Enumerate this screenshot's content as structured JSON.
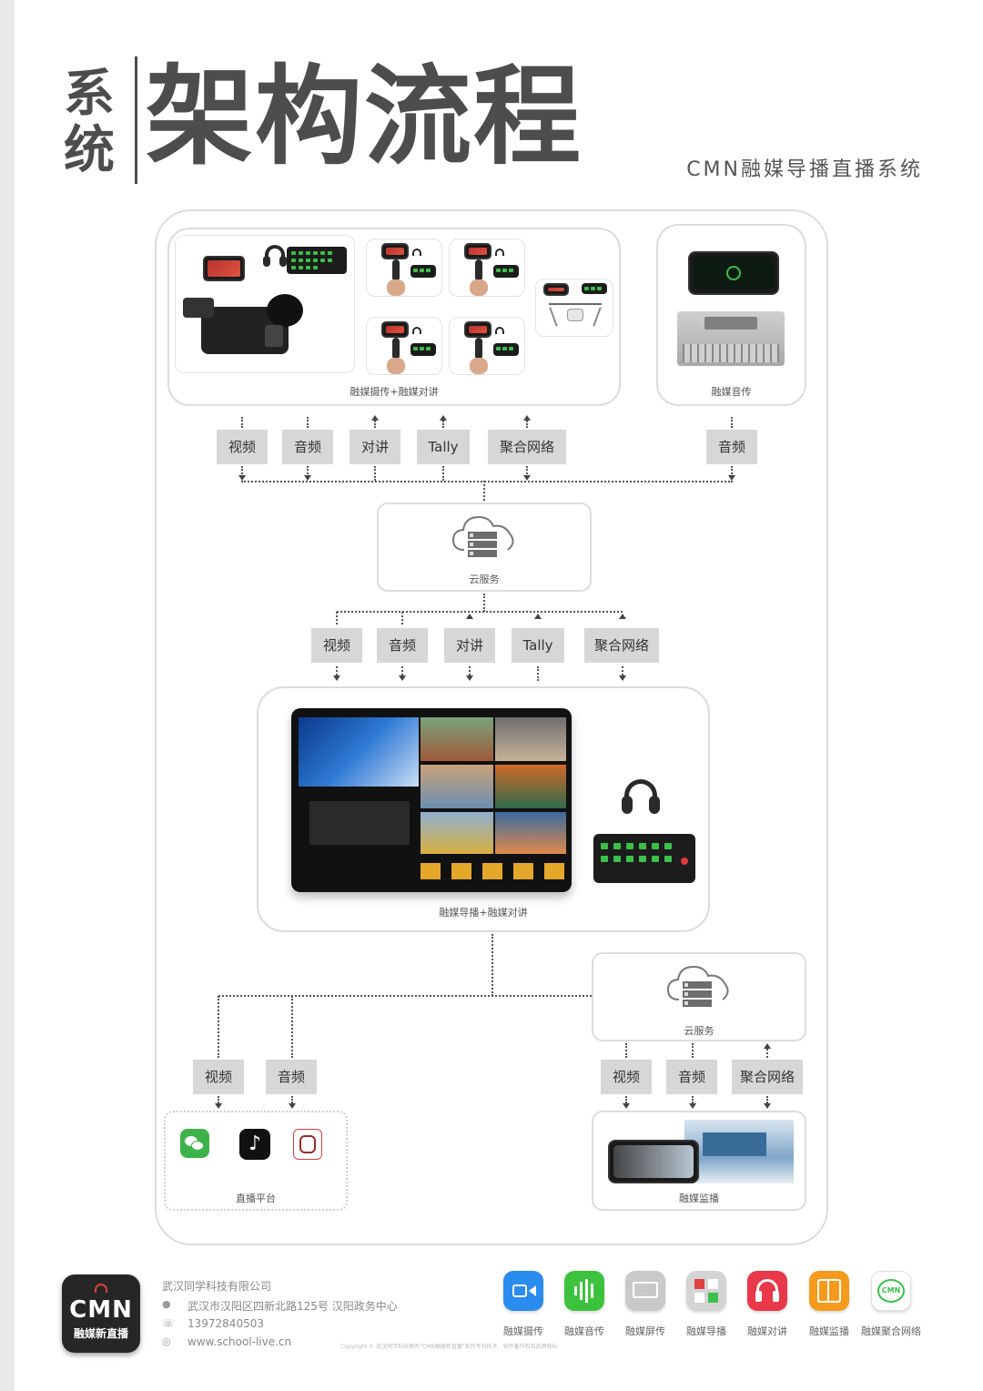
{
  "header": {
    "title_small": "系统",
    "title_big": "架构流程",
    "subtitle": "CMN融媒导播直播系统"
  },
  "sections": {
    "capture": "融媒摄传+融媒对讲",
    "audio": "融媒音传",
    "cloud_top": "云服务",
    "director": "融媒导播+融媒对讲",
    "cloud_bottom": "云服务",
    "platforms": "直播平台",
    "monitor": "融媒监播"
  },
  "row1_labels": [
    "视频",
    "音频",
    "对讲",
    "Tally",
    "聚合网络",
    "音频"
  ],
  "row2_labels": [
    "视频",
    "音频",
    "对讲",
    "Tally",
    "聚合网络"
  ],
  "row3_left_labels": [
    "视频",
    "音频"
  ],
  "row3_right_labels": [
    "视频",
    "音频",
    "聚合网络"
  ],
  "footer": {
    "logo_main": "CMN",
    "logo_sub": "融媒新直播",
    "company": "武汉同学科技有限公司",
    "address": "武汉市汉阳区四新北路125号 汉阳政务中心",
    "phone": "13972840503",
    "website": "www.school-live.cn",
    "copyright": "Copyright © 武汉同学科技拥有\"CMN融媒新直播\"系列专利技术、软件著作权和品牌商标",
    "apps": [
      {
        "label": "融媒摄传",
        "color": "#2b8cf0",
        "icon": "camera-icon"
      },
      {
        "label": "融媒音传",
        "color": "#3cc23c",
        "icon": "waveform-icon"
      },
      {
        "label": "融媒屏传",
        "color": "#bdbdbd",
        "icon": "screen-icon"
      },
      {
        "label": "融媒导播",
        "color": "#cfcfcf",
        "icon": "grid-icon"
      },
      {
        "label": "融媒对讲",
        "color": "#e8384a",
        "icon": "headset-icon"
      },
      {
        "label": "融媒监播",
        "color": "#f59a1c",
        "icon": "monitor-icon"
      },
      {
        "label": "融媒聚合网络",
        "color": "#ffffff",
        "icon": "cmn-network-icon"
      }
    ]
  }
}
